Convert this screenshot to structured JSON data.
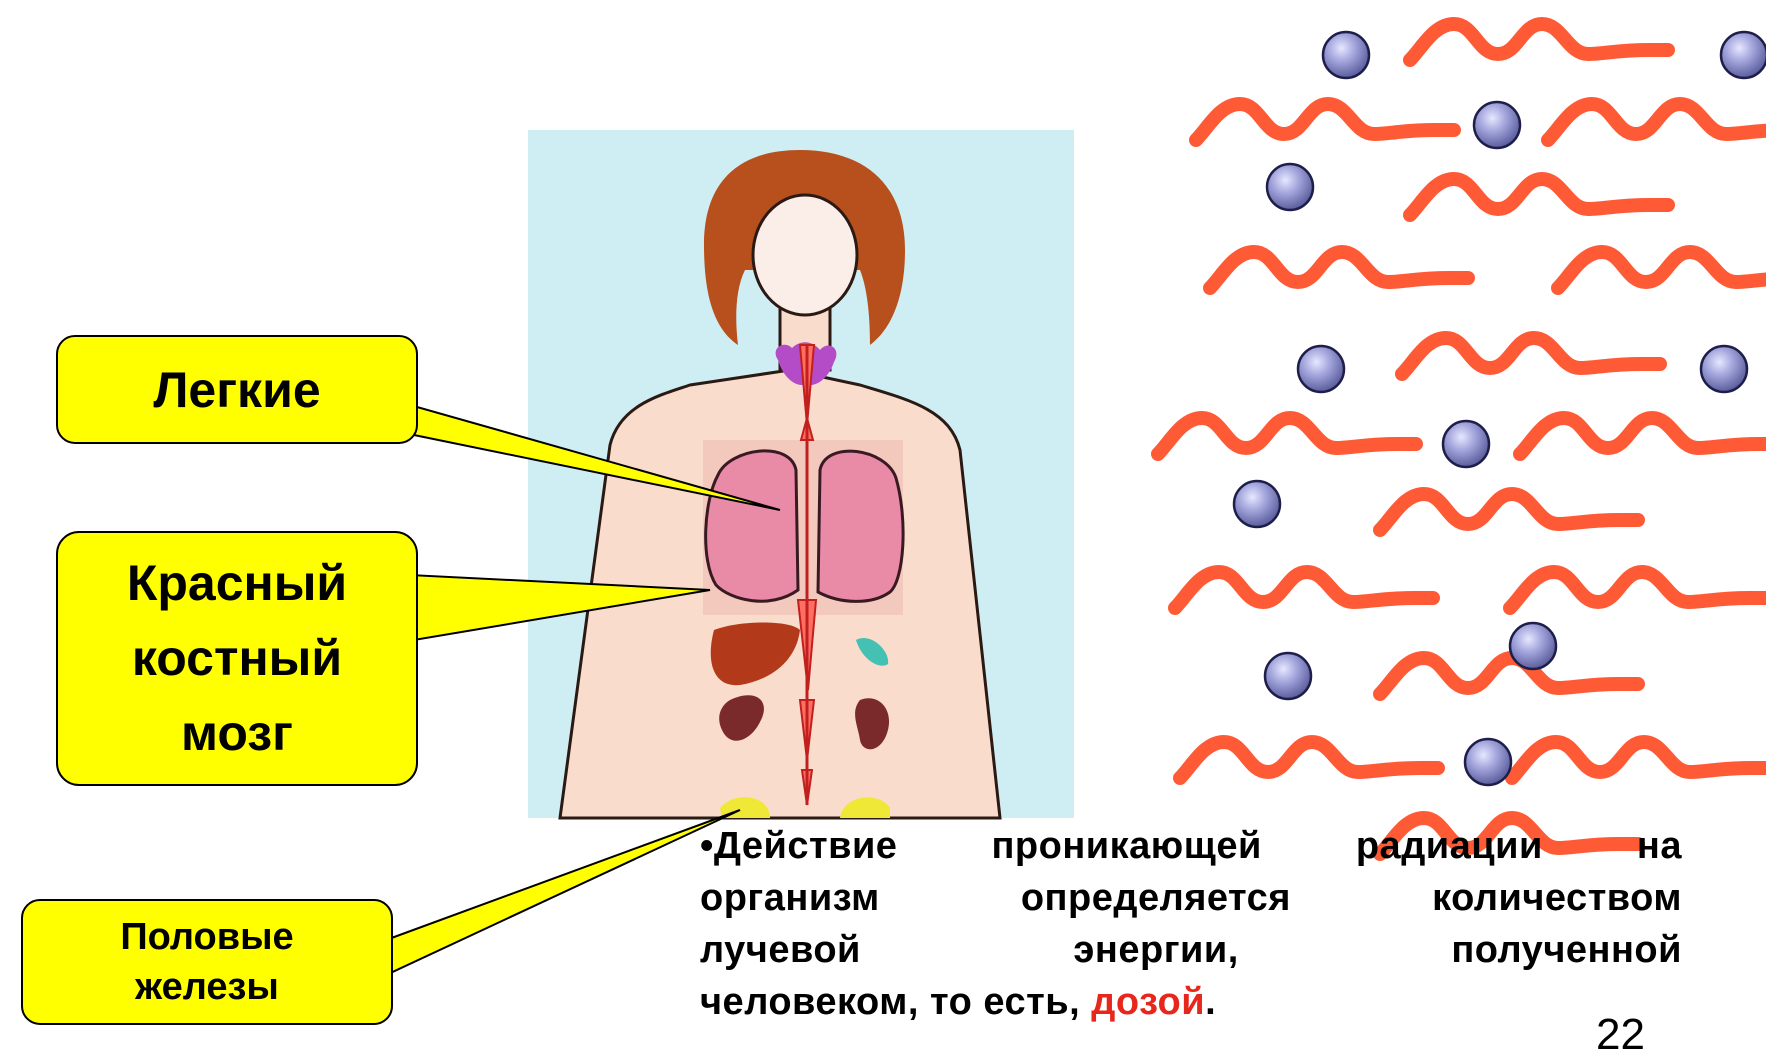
{
  "callouts": {
    "lungs": {
      "lines": [
        "Легкие"
      ]
    },
    "marrow": {
      "lines": [
        "Красный",
        "костный",
        "мозг"
      ]
    },
    "gonads": {
      "lines": [
        "Половые",
        "железы"
      ]
    }
  },
  "paragraph": {
    "bullet": "•",
    "lines": [
      [
        "Действие",
        "проникающей",
        "радиации",
        "на"
      ],
      [
        "организм",
        "определяется",
        "количеством"
      ],
      [
        "лучевой",
        "энергии,",
        "полученной"
      ]
    ],
    "last_line_before": "человеком, то есть, ",
    "highlight": "дозой",
    "last_line_after": "."
  },
  "page_number": "22",
  "colors": {
    "callout_fill": "#ffff00",
    "wave": "#ff5a36",
    "particle": "#9a9cd6",
    "figure_bg": "#cfeef3",
    "skin": "#f9dccb",
    "hair": "#b8501e",
    "highlight": "#e8271c"
  }
}
